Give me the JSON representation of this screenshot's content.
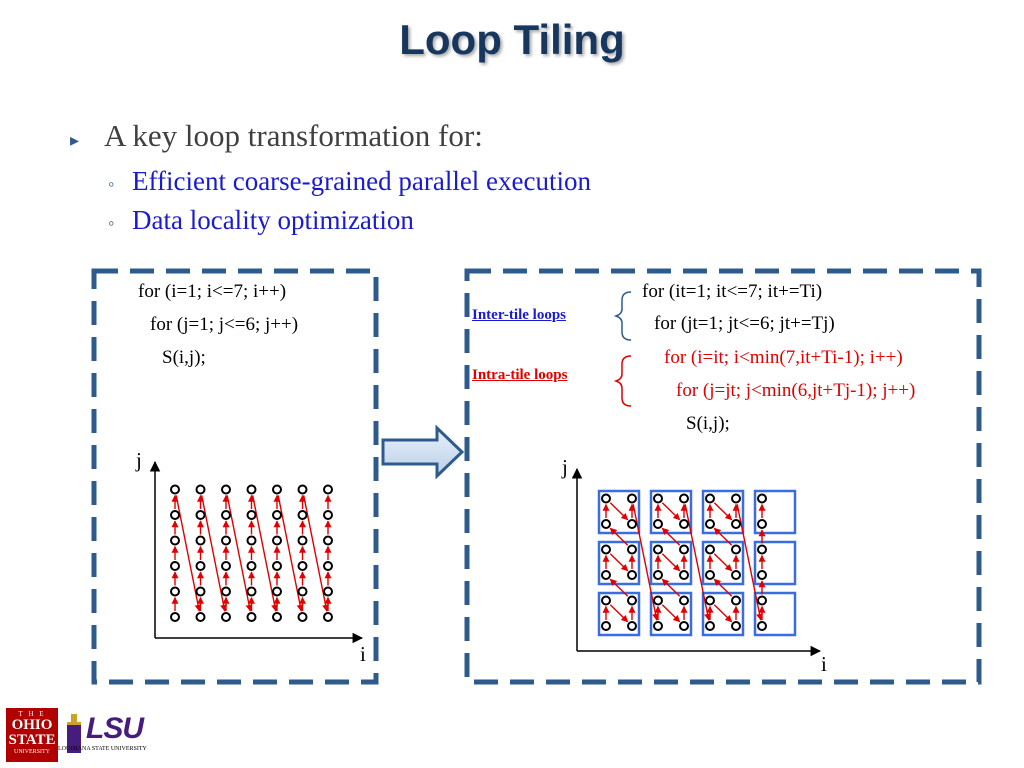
{
  "title": "Loop Tiling",
  "bullets": {
    "main": "A key loop transformation for:",
    "sub": [
      "Efficient coarse-grained parallel execution",
      "Data locality optimization"
    ]
  },
  "left_code": [
    "for (i=1; i<=7; i++)",
    "for (j=1; j<=6; j++)",
    "S(i,j);"
  ],
  "right_code": [
    "for (it=1; it<=7; it+=Ti)",
    "for (jt=1; jt<=6; jt+=Tj)",
    "for (i=it; i<min(7,it+Ti-1); i++)",
    "for (j=jt; j<min(6,jt+Tj-1); j++)",
    "S(i,j);"
  ],
  "labels": {
    "inter": "Inter-tile loops",
    "intra": "Intra-tile loops"
  },
  "axes": {
    "x": "i",
    "y": "j"
  },
  "logos": {
    "osu_line1": "OHIO",
    "osu_line2": "STATE",
    "osu_line3": "UNIVERSITY",
    "lsu": "LSU",
    "lsu_sub": "LOUISIANA STATE UNIVERSITY"
  },
  "colors": {
    "title": "#17375e",
    "frame": "#2e5b8c",
    "code_red": "#e00000",
    "inter_label": "#1a1ad0",
    "tile": "#3a6de0",
    "arrow": "#e00000",
    "node": "#1fa0a0"
  }
}
